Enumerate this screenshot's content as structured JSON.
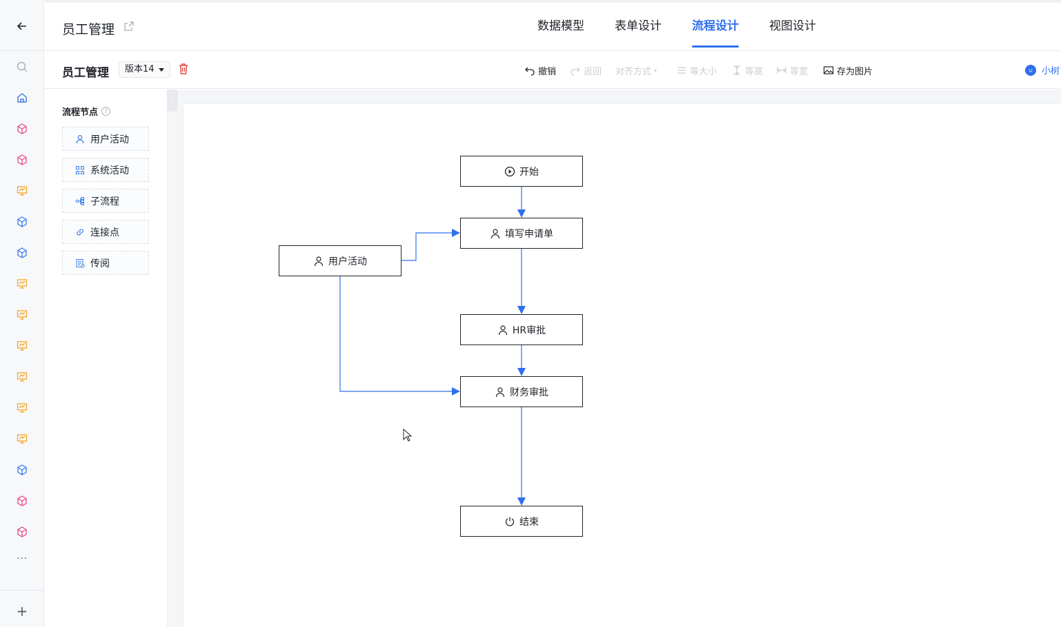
{
  "header": {
    "app_title": "员工管理",
    "tabs": [
      {
        "label": "数据模型",
        "active": false
      },
      {
        "label": "表单设计",
        "active": false
      },
      {
        "label": "流程设计",
        "active": true
      },
      {
        "label": "视图设计",
        "active": false
      }
    ]
  },
  "toolbar": {
    "flow_name": "员工管理",
    "version": "版本14",
    "undo": "撤销",
    "redo": "返回",
    "align": "对齐方式",
    "same_size": "等大小",
    "same_height": "等高",
    "same_width": "等宽",
    "save_image": "存为图片",
    "user": "小树"
  },
  "palette": {
    "title": "流程节点",
    "items": [
      {
        "label": "用户活动",
        "icon": "user-icon"
      },
      {
        "label": "系统活动",
        "icon": "grid-icon"
      },
      {
        "label": "子流程",
        "icon": "subflow-icon"
      },
      {
        "label": "连接点",
        "icon": "link-icon"
      },
      {
        "label": "传阅",
        "icon": "circulate-icon"
      }
    ]
  },
  "flow": {
    "nodes": {
      "start": "开始",
      "fill": "填写申请单",
      "hr": "HR审批",
      "finance": "财务审批",
      "end": "结束",
      "user_activity": "用户活动"
    }
  },
  "colors": {
    "accent": "#2f6fed",
    "danger": "#e54545",
    "rail_pink": "#e8488c",
    "rail_blue": "#3b7ae8",
    "rail_orange": "#f5a623"
  }
}
